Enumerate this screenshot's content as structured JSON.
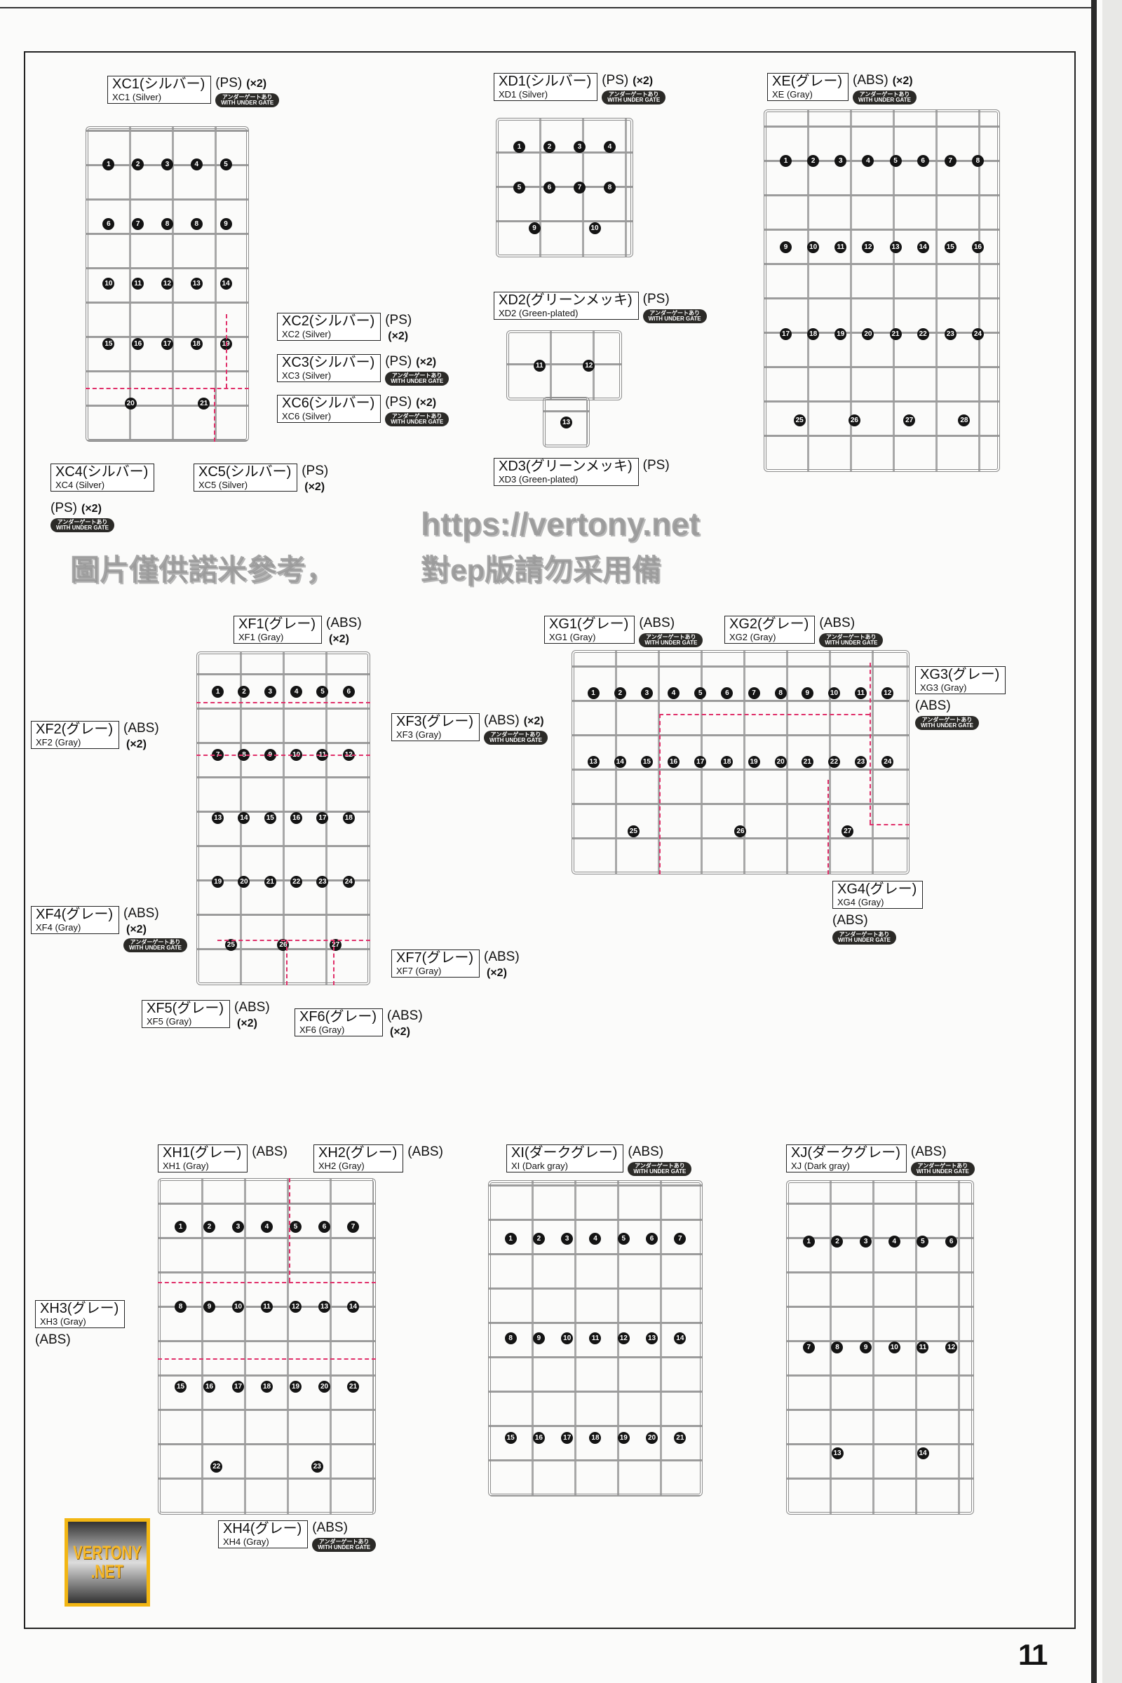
{
  "page_number": "11",
  "gate_badge": {
    "jp": "アンダーゲートあり",
    "en": "WITH UNDER GATE"
  },
  "labels": [
    {
      "id": "XC1",
      "jp": "XC1(シルバー)",
      "en": "XC1 (Silver)",
      "material": "(PS)",
      "mult": "(×2)",
      "gate": true
    },
    {
      "id": "XD1",
      "jp": "XD1(シルバー)",
      "en": "XD1 (Silver)",
      "material": "(PS)",
      "mult": "(×2)",
      "gate": true
    },
    {
      "id": "XE",
      "jp": "XE(グレー)",
      "en": "XE (Gray)",
      "material": "(ABS)",
      "mult": "(×2)",
      "gate": true
    },
    {
      "id": "XC2",
      "jp": "XC2(シルバー)",
      "en": "XC2 (Silver)",
      "material": "(PS)",
      "mult": "(×2)",
      "gate": false,
      "stack": true
    },
    {
      "id": "XC3",
      "jp": "XC3(シルバー)",
      "en": "XC3 (Silver)",
      "material": "(PS)",
      "mult": "(×2)",
      "gate": true
    },
    {
      "id": "XC6",
      "jp": "XC6(シルバー)",
      "en": "XC6 (Silver)",
      "material": "(PS)",
      "mult": "(×2)",
      "gate": true
    },
    {
      "id": "XD2",
      "jp": "XD2(グリーンメッキ)",
      "en": "XD2 (Green-plated)",
      "material": "(PS)",
      "mult": "",
      "gate": true
    },
    {
      "id": "XC4",
      "jp": "XC4(シルバー)",
      "en": "XC4 (Silver)",
      "material": "",
      "mult": "",
      "gate": false
    },
    {
      "id": "XC5",
      "jp": "XC5(シルバー)",
      "en": "XC5 (Silver)",
      "material": "(PS)",
      "mult": "(×2)",
      "gate": false,
      "stack": true
    },
    {
      "id": "XD3",
      "jp": "XD3(グリーンメッキ)",
      "en": "XD3 (Green-plated)",
      "material": "(PS)",
      "mult": "",
      "gate": false
    },
    {
      "id": "XF1",
      "jp": "XF1(グレー)",
      "en": "XF1 (Gray)",
      "material": "(ABS)",
      "mult": "(×2)",
      "gate": false,
      "stack": true
    },
    {
      "id": "XG1",
      "jp": "XG1(グレー)",
      "en": "XG1 (Gray)",
      "material": "(ABS)",
      "mult": "",
      "gate": true
    },
    {
      "id": "XG2",
      "jp": "XG2(グレー)",
      "en": "XG2 (Gray)",
      "material": "(ABS)",
      "mult": "",
      "gate": true
    },
    {
      "id": "XG3",
      "jp": "XG3(グレー)",
      "en": "XG3 (Gray)",
      "material": "(ABS)",
      "mult": "",
      "gate": true,
      "col": true
    },
    {
      "id": "XF2",
      "jp": "XF2(グレー)",
      "en": "XF2 (Gray)",
      "material": "(ABS)",
      "mult": "(×2)",
      "gate": false,
      "stack": true
    },
    {
      "id": "XF3",
      "jp": "XF3(グレー)",
      "en": "XF3 (Gray)",
      "material": "(ABS)",
      "mult": "(×2)",
      "gate": true
    },
    {
      "id": "XF4",
      "jp": "XF4(グレー)",
      "en": "XF4 (Gray)",
      "material": "(ABS)",
      "mult": "(×2)",
      "gate": true,
      "stack": true
    },
    {
      "id": "XF7",
      "jp": "XF7(グレー)",
      "en": "XF7 (Gray)",
      "material": "(ABS)",
      "mult": "(×2)",
      "gate": false,
      "stack": true
    },
    {
      "id": "XF5",
      "jp": "XF5(グレー)",
      "en": "XF5 (Gray)",
      "material": "(ABS)",
      "mult": "(×2)",
      "gate": false,
      "stack": true
    },
    {
      "id": "XF6",
      "jp": "XF6(グレー)",
      "en": "XF6 (Gray)",
      "material": "(ABS)",
      "mult": "(×2)",
      "gate": false,
      "stack": true
    },
    {
      "id": "XG4",
      "jp": "XG4(グレー)",
      "en": "XG4 (Gray)",
      "material": "(ABS)",
      "mult": "",
      "gate": true,
      "col": true
    },
    {
      "id": "XH1",
      "jp": "XH1(グレー)",
      "en": "XH1 (Gray)",
      "material": "(ABS)",
      "mult": "",
      "gate": false
    },
    {
      "id": "XH2",
      "jp": "XH2(グレー)",
      "en": "XH2 (Gray)",
      "material": "(ABS)",
      "mult": "",
      "gate": false
    },
    {
      "id": "XI",
      "jp": "XI(ダークグレー)",
      "en": "XI (Dark gray)",
      "material": "(ABS)",
      "mult": "",
      "gate": true
    },
    {
      "id": "XJ",
      "jp": "XJ(ダークグレー)",
      "en": "XJ (Dark gray)",
      "material": "(ABS)",
      "mult": "",
      "gate": true
    },
    {
      "id": "XH3",
      "jp": "XH3(グレー)",
      "en": "XH3 (Gray)",
      "material": "(ABS)",
      "mult": "",
      "gate": false,
      "col": true
    },
    {
      "id": "XH4",
      "jp": "XH4(グレー)",
      "en": "XH4 (Gray)",
      "material": "(ABS)",
      "mult": "",
      "gate": true
    }
  ],
  "xc4_extra": {
    "material": "(PS)",
    "mult": "(×2)"
  },
  "runners": [
    {
      "id": "XC",
      "parts": [
        "1",
        "2",
        "3",
        "4",
        "5",
        "6",
        "7",
        "8",
        "8",
        "9",
        "10",
        "11",
        "12",
        "13",
        "14",
        "15",
        "16",
        "17",
        "18",
        "19",
        "20",
        "21"
      ]
    },
    {
      "id": "XD1",
      "parts": [
        "1",
        "2",
        "3",
        "4",
        "5",
        "6",
        "7",
        "8",
        "9",
        "10"
      ]
    },
    {
      "id": "XD2",
      "parts": [
        "11",
        "12"
      ]
    },
    {
      "id": "XD3",
      "parts": [
        "13"
      ]
    },
    {
      "id": "XE",
      "parts": [
        "1",
        "2",
        "3",
        "4",
        "5",
        "6",
        "7",
        "8",
        "9",
        "10",
        "11",
        "12",
        "13",
        "14",
        "15",
        "16",
        "17",
        "18",
        "19",
        "20",
        "21",
        "22",
        "23",
        "24",
        "25",
        "26",
        "27",
        "28"
      ]
    },
    {
      "id": "XF",
      "parts": [
        "1",
        "2",
        "3",
        "4",
        "5",
        "6",
        "7",
        "8",
        "9",
        "10",
        "11",
        "12",
        "13",
        "14",
        "15",
        "16",
        "17",
        "18",
        "19",
        "20",
        "21",
        "22",
        "23",
        "24",
        "25",
        "26",
        "27"
      ]
    },
    {
      "id": "XG",
      "parts": [
        "1",
        "2",
        "3",
        "4",
        "5",
        "6",
        "7",
        "8",
        "9",
        "10",
        "11",
        "12",
        "13",
        "14",
        "15",
        "16",
        "17",
        "18",
        "19",
        "20",
        "21",
        "22",
        "23",
        "24",
        "25",
        "26",
        "27"
      ]
    },
    {
      "id": "XH",
      "parts": [
        "1",
        "2",
        "3",
        "4",
        "5",
        "6",
        "7",
        "8",
        "9",
        "10",
        "11",
        "12",
        "13",
        "14",
        "15",
        "16",
        "17",
        "18",
        "19",
        "20",
        "21",
        "22",
        "23"
      ]
    },
    {
      "id": "XI",
      "parts": [
        "1",
        "2",
        "3",
        "4",
        "5",
        "6",
        "7",
        "8",
        "9",
        "10",
        "11",
        "12",
        "13",
        "14",
        "15",
        "16",
        "17",
        "18",
        "19",
        "20",
        "21"
      ]
    },
    {
      "id": "XJ",
      "parts": [
        "1",
        "2",
        "3",
        "4",
        "5",
        "6",
        "7",
        "8",
        "9",
        "10",
        "11",
        "12",
        "13",
        "14"
      ]
    }
  ],
  "logo": {
    "line1": "VERTONY",
    "line2": ".NET"
  },
  "watermark": {
    "url": "https://vertony.net",
    "cn1": "圖片僅供諾米參考，",
    "cn2": "對ep版請勿采用備"
  }
}
